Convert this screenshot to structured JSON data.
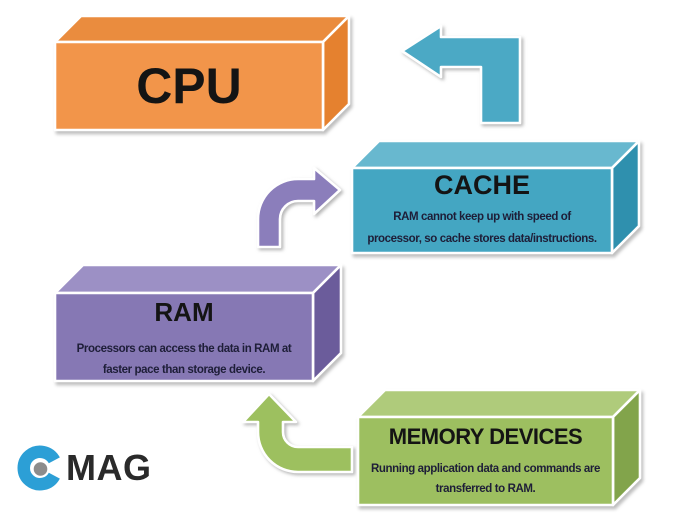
{
  "diagram": {
    "title_implied": "Memory hierarchy flow: MEMORY DEVICES -> RAM -> CACHE -> CPU",
    "boxes": {
      "cpu": {
        "title": "CPU",
        "colors": {
          "front": "#F2954A",
          "top": "#EA8C3E",
          "side": "#E5812F"
        }
      },
      "cache": {
        "title": "CACHE",
        "body_lines": [
          "RAM cannot keep up with speed  of",
          "processor, so cache stores data/instructions."
        ],
        "colors": {
          "front": "#44A6C2",
          "top": "#68B8CF",
          "side": "#2F90AE"
        }
      },
      "ram": {
        "title": "RAM",
        "body_lines": [
          "Processors can access the data in RAM at",
          "faster pace than storage device."
        ],
        "colors": {
          "front": "#8678B4",
          "top": "#9C90C5",
          "side": "#6B5C9B"
        }
      },
      "memory": {
        "title": "MEMORY DEVICES",
        "body_lines": [
          "Running application data and commands are",
          "transferred to RAM."
        ],
        "colors": {
          "front": "#9DBF60",
          "top": "#AFCB7B",
          "side": "#82A44B"
        }
      }
    },
    "arrows": {
      "cache_to_cpu": {
        "from": "CACHE",
        "to": "CPU",
        "color": "#4BA9C5"
      },
      "ram_to_cache": {
        "from": "RAM",
        "to": "CACHE",
        "color": "#8B7EBB"
      },
      "memory_to_ram": {
        "from": "MEMORY DEVICES",
        "to": "RAM",
        "color": "#9DC05F"
      }
    },
    "logo": {
      "text": "MAG",
      "ring_color": "#2C9FD6",
      "dot_color": "#8C8C8C",
      "text_color": "#2A2A2A"
    }
  }
}
